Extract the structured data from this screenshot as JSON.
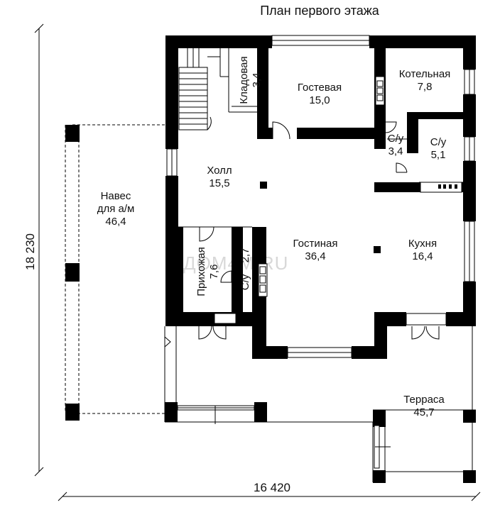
{
  "title": "План первого этажа",
  "dimensions": {
    "width": "16 420",
    "height": "18 230"
  },
  "watermark": "ДОМ4М.RU",
  "rooms": {
    "carport": {
      "lines": [
        "Навес",
        "для а/м"
      ],
      "area": "46,4"
    },
    "storage": {
      "name": "Кладовая",
      "area": "3,4"
    },
    "guest": {
      "name": "Гостевая",
      "area": "15,0"
    },
    "boiler": {
      "name": "Котельная",
      "area": "7,8"
    },
    "wc1": {
      "name": "С/у",
      "area": "3,4"
    },
    "wc2": {
      "name": "С/у",
      "area": "5,1"
    },
    "hall": {
      "name": "Холл",
      "area": "15,5"
    },
    "entry": {
      "name": "Прихожая",
      "area": "7,6"
    },
    "wc3": {
      "name": "С/у",
      "area": "2,7"
    },
    "living": {
      "name": "Гостиная",
      "area": "36,4"
    },
    "kitchen": {
      "name": "Кухня",
      "area": "16,4"
    },
    "terrace": {
      "name": "Терраса",
      "area": "45,7"
    }
  }
}
